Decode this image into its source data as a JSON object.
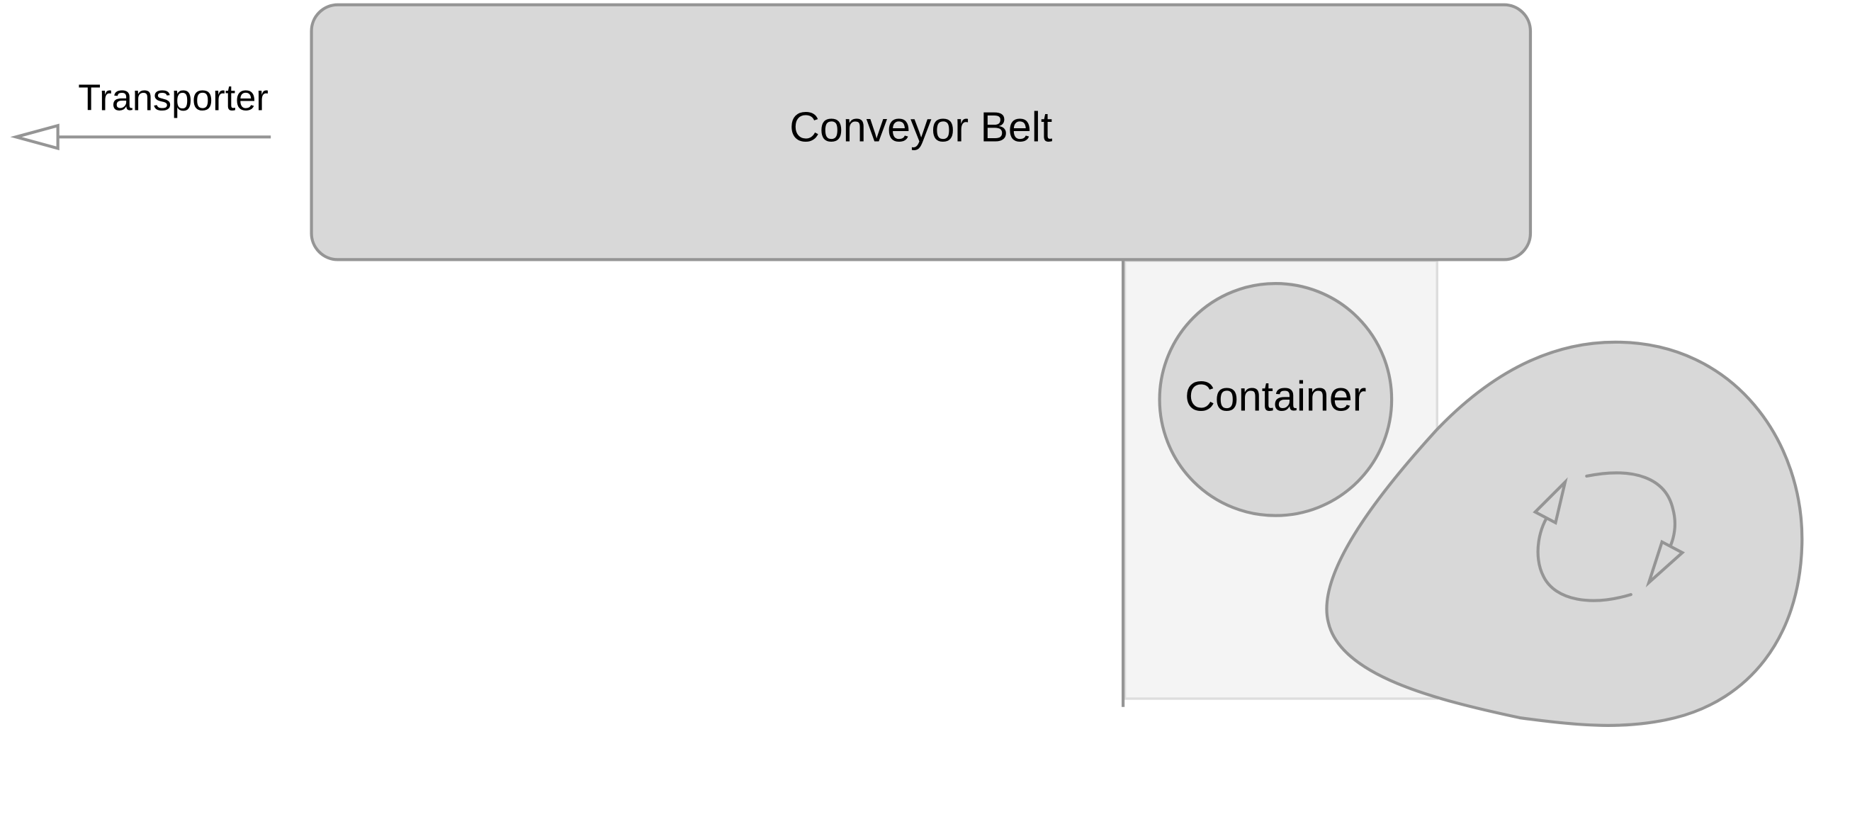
{
  "diagram": {
    "conveyor_label": "Conveyor Belt",
    "container_label": "Container",
    "transporter_label": "Transporter"
  },
  "colors": {
    "shape_fill": "#d8d8d8",
    "shape_stroke": "#959595",
    "panel_fill": "#f4f4f4",
    "panel_stroke": "#dddddd",
    "text": "#000000"
  },
  "icons": {
    "rotation": "circular-arrows-icon",
    "arrow": "left-arrow-icon"
  }
}
